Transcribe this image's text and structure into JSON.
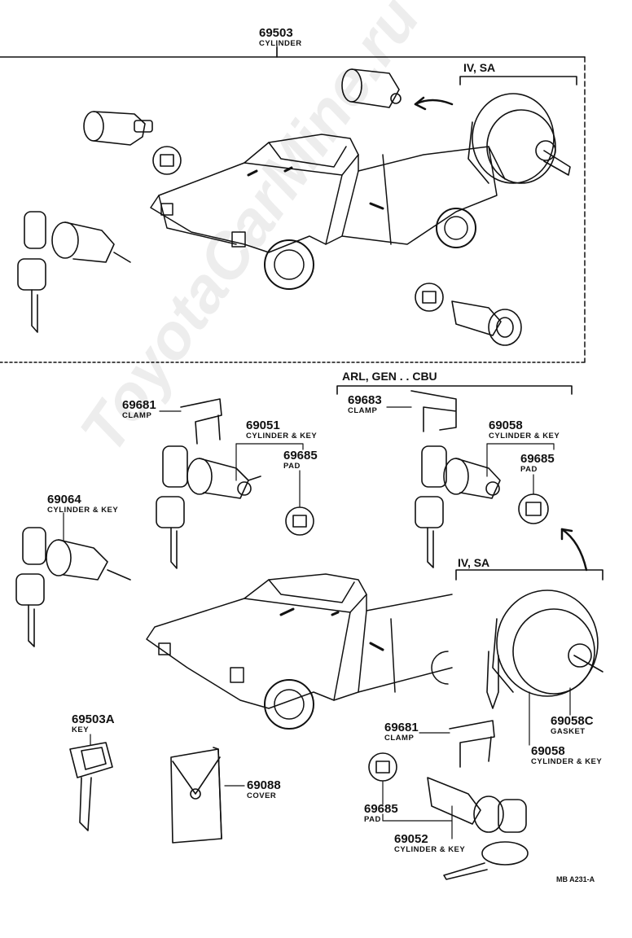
{
  "colors": {
    "ink": "#111111",
    "paper": "#ffffff",
    "watermark": "rgba(0,0,0,0.07)"
  },
  "watermark": "ToyotaCarMine.ru",
  "groups": {
    "top_variant": "IV, SA",
    "mid_variant": "ARL, GEN . . CBU",
    "bottom_variant": "IV, SA"
  },
  "parts": [
    {
      "id": "p69503",
      "number": "69503",
      "name": "CYLINDER"
    },
    {
      "id": "p69681a",
      "number": "69681",
      "name": "CLAMP"
    },
    {
      "id": "p69051",
      "number": "69051",
      "name": "CYLINDER & KEY"
    },
    {
      "id": "p69685a",
      "number": "69685",
      "name": "PAD"
    },
    {
      "id": "p69683",
      "number": "69683",
      "name": "CLAMP"
    },
    {
      "id": "p69058a",
      "number": "69058",
      "name": "CYLINDER & KEY"
    },
    {
      "id": "p69685b",
      "number": "69685",
      "name": "PAD"
    },
    {
      "id": "p69064",
      "number": "69064",
      "name": "CYLINDER & KEY"
    },
    {
      "id": "p69058c",
      "number": "69058C",
      "name": "GASKET"
    },
    {
      "id": "p69058b",
      "number": "69058",
      "name": "CYLINDER & KEY"
    },
    {
      "id": "p69503a",
      "number": "69503A",
      "name": "KEY"
    },
    {
      "id": "p69681b",
      "number": "69681",
      "name": "CLAMP"
    },
    {
      "id": "p69088",
      "number": "69088",
      "name": "COVER"
    },
    {
      "id": "p69685c",
      "number": "69685",
      "name": "PAD"
    },
    {
      "id": "p69052",
      "number": "69052",
      "name": "CYLINDER & KEY"
    }
  ],
  "drawing_code": "MB A231-A"
}
